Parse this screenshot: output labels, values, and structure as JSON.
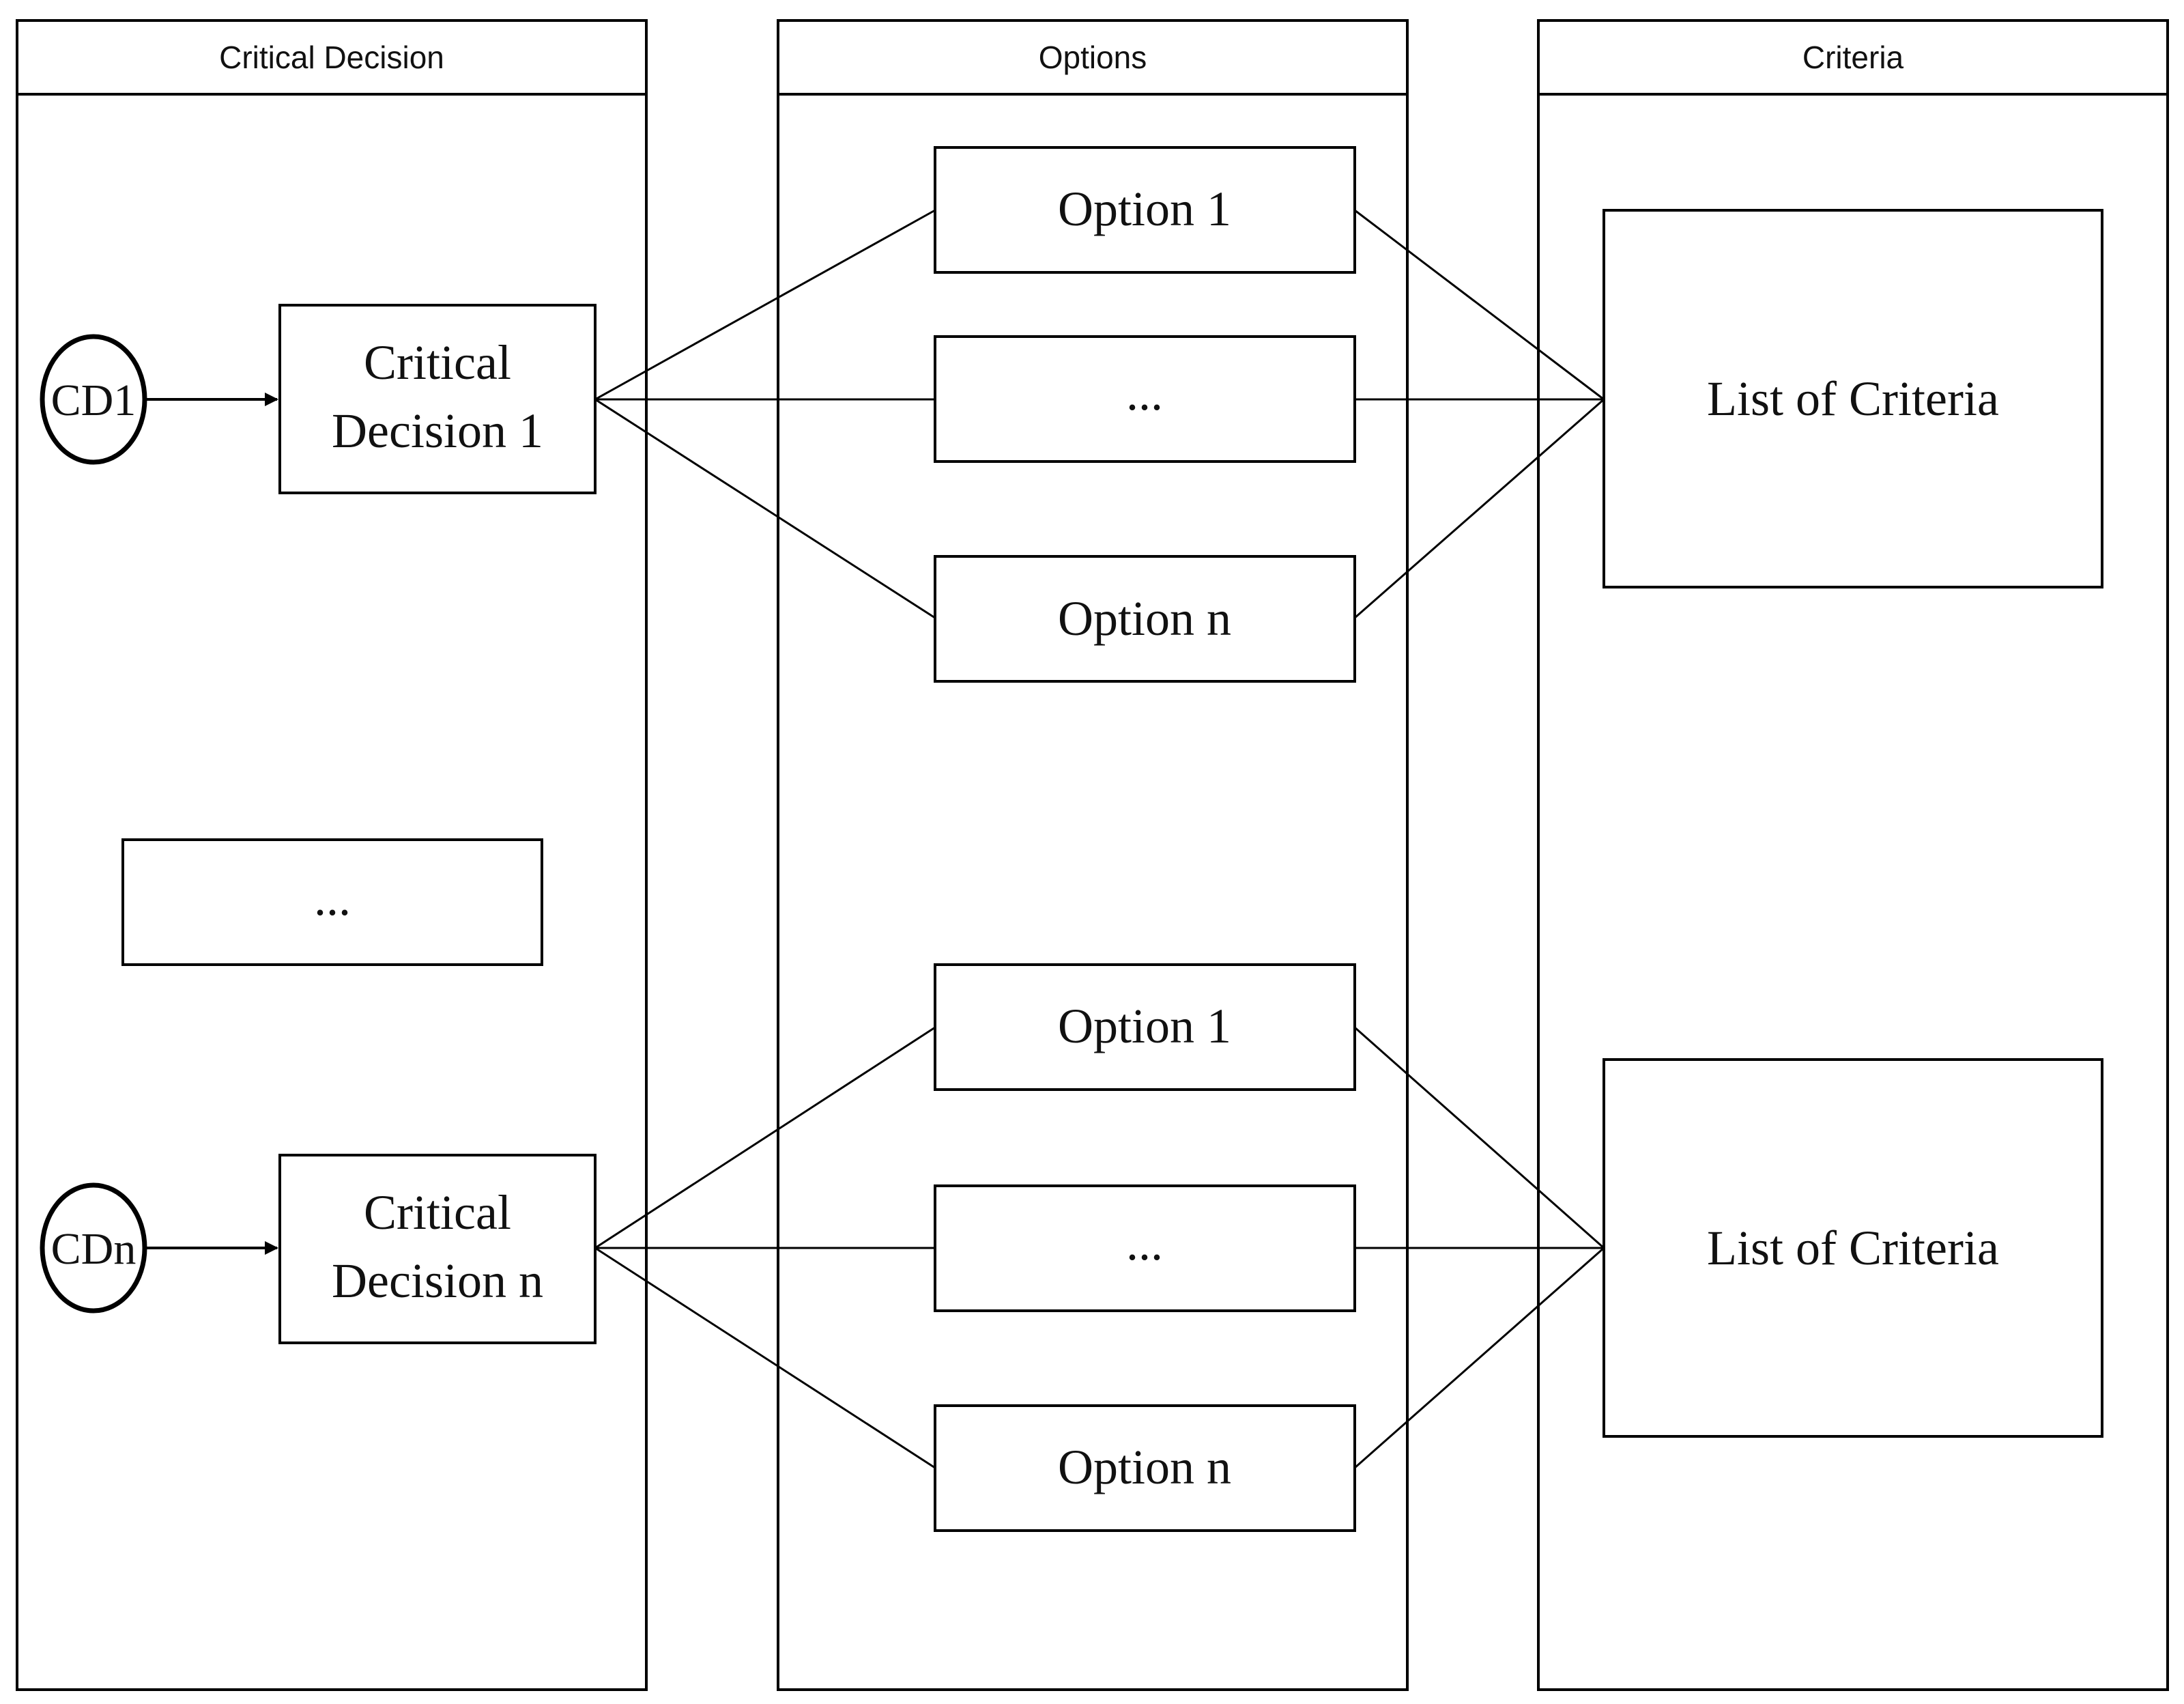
{
  "lanes": {
    "critical_decision": "Critical Decision",
    "options": "Options",
    "criteria": "Criteria"
  },
  "starts": {
    "cd1": "CD1",
    "cdn": "CDn"
  },
  "decisions": {
    "d1_line1": "Critical",
    "d1_line2": "Decision 1",
    "ellipsis": "...",
    "dn_line1": "Critical",
    "dn_line2": "Decision n"
  },
  "options": {
    "group1": [
      "Option 1",
      "...",
      "Option n"
    ],
    "group2": [
      "Option 1",
      "...",
      "Option n"
    ]
  },
  "criteria": {
    "group1": "List of Criteria",
    "group2": "List of Criteria"
  },
  "colors": {
    "stroke": "#000000",
    "background": "#ffffff"
  }
}
